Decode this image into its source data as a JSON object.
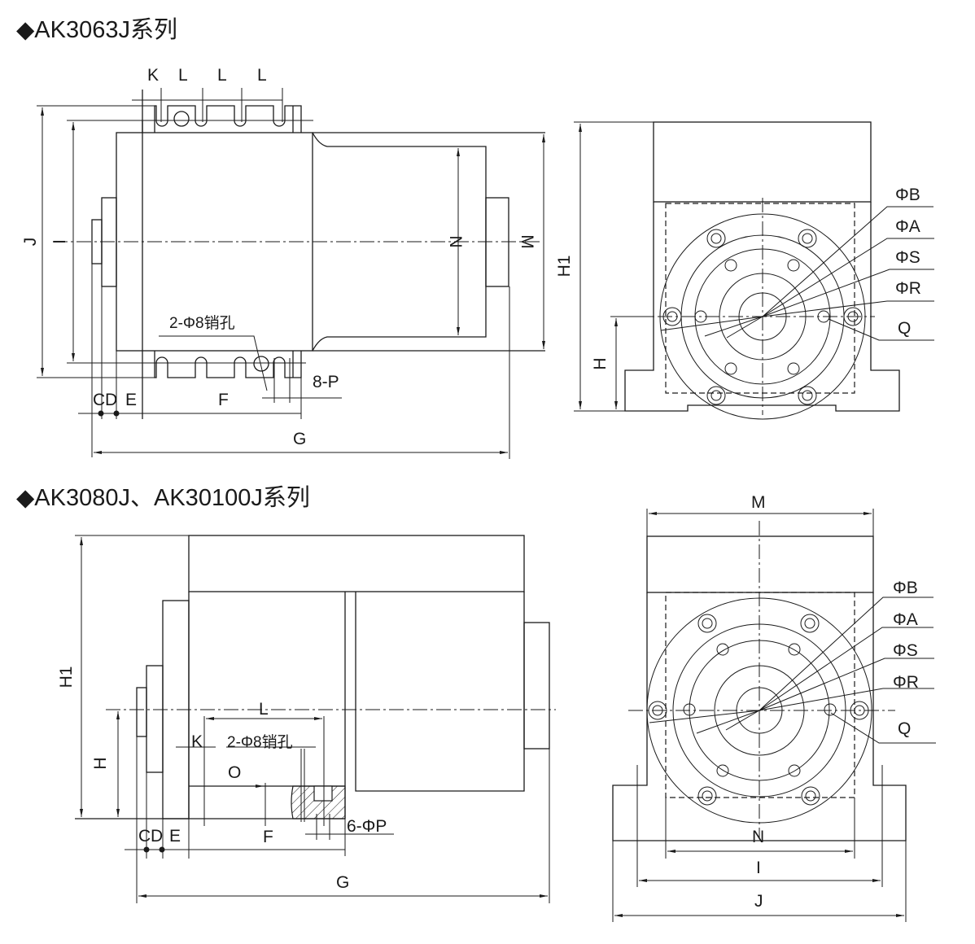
{
  "sections": [
    {
      "title": "◆AK3063J系列",
      "side_view": {
        "labels": {
          "K": "K",
          "L1": "L",
          "L2": "L",
          "L3": "L",
          "J": "J",
          "I": "I",
          "N": "N",
          "M": "M",
          "C": "C",
          "D": "D",
          "E": "E",
          "F": "F",
          "G": "G",
          "pin_holes": "2-Φ8销孔",
          "P": "8-P"
        }
      },
      "front_view": {
        "labels": {
          "H1": "H1",
          "H": "H",
          "B": "ΦB",
          "A": "ΦA",
          "S": "ΦS",
          "R": "ΦR",
          "Q": "Q"
        }
      }
    },
    {
      "title": "◆AK3080J、AK30100J系列",
      "side_view": {
        "labels": {
          "H1": "H1",
          "H": "H",
          "L": "L",
          "K": "K",
          "pin_holes": "2-Φ8销孔",
          "O": "O",
          "F": "F",
          "P": "6-ΦP",
          "C": "C",
          "D": "D",
          "E": "E",
          "G": "G"
        }
      },
      "front_view": {
        "labels": {
          "M": "M",
          "B": "ΦB",
          "A": "ΦA",
          "S": "ΦS",
          "R": "ΦR",
          "Q": "Q",
          "N": "N",
          "I": "I",
          "J": "J"
        }
      }
    }
  ]
}
